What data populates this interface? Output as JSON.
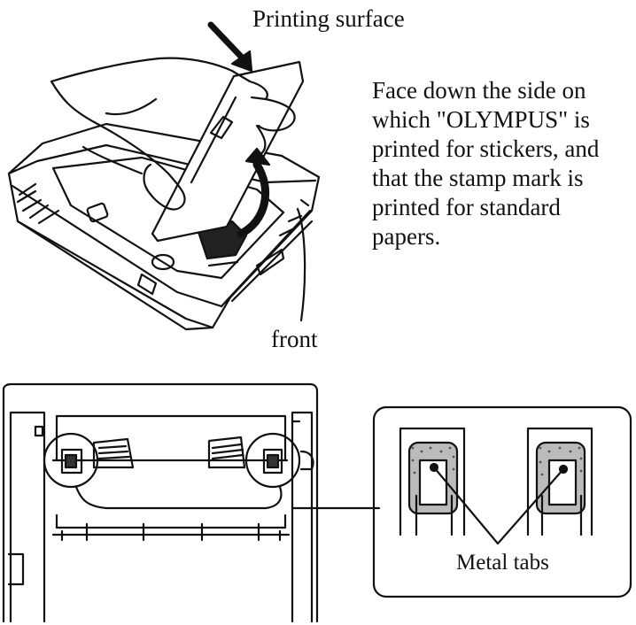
{
  "labels": {
    "printing_surface": "Printing surface",
    "note_lines": [
      "Face down the side on",
      "which \"OLYMPUS\" is",
      "printed for stickers, and",
      "that the stamp mark is",
      "printed for standard",
      "papers."
    ],
    "front": "front",
    "metal_tabs": "Metal tabs"
  }
}
